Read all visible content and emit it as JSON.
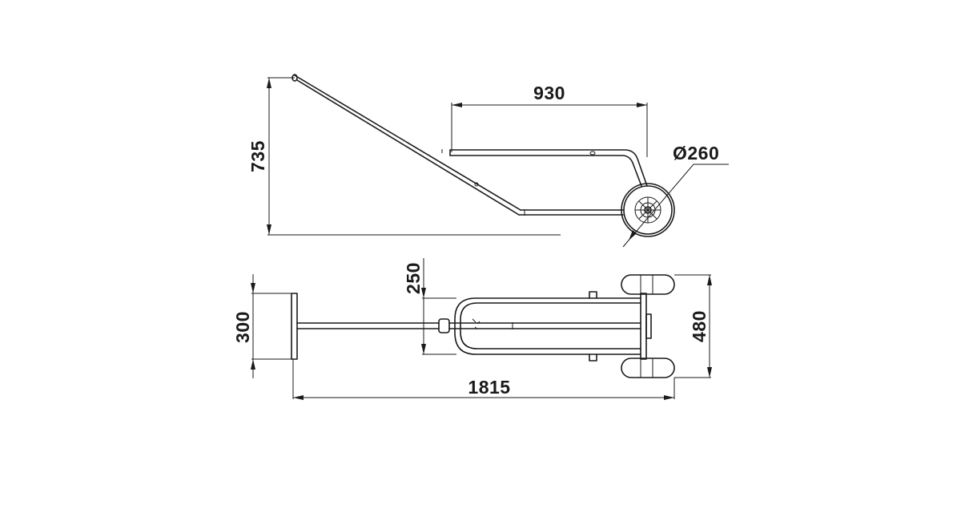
{
  "dimensions": {
    "side_length": "930",
    "side_height": "735",
    "wheel_diameter": "Ø260",
    "top_bar_width": "250",
    "top_handle_width": "300",
    "top_wheel_track": "480",
    "top_total_length": "1815"
  }
}
